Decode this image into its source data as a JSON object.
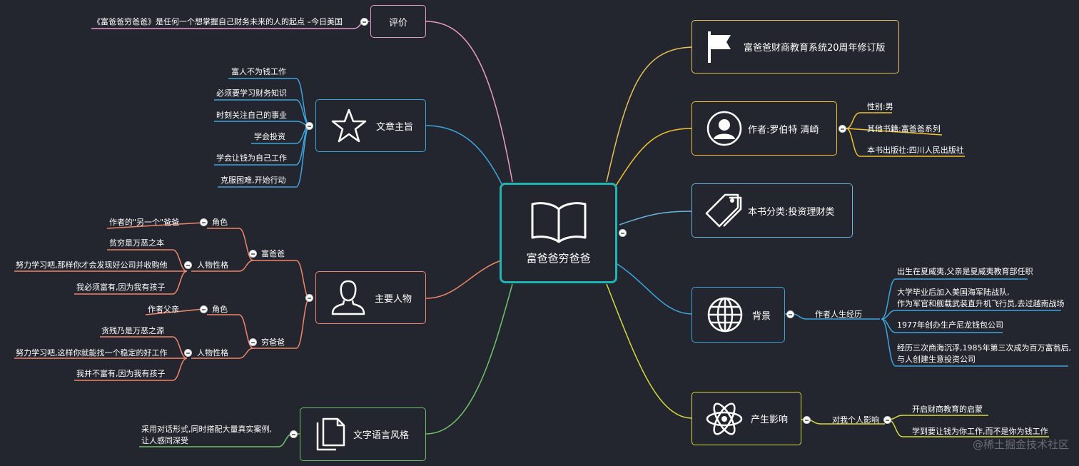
{
  "center": {
    "title": "富爸爸穷爸爸",
    "icon": "open-book-icon"
  },
  "right": {
    "edition": {
      "label": "富爸爸财商教育系统20周年修订版",
      "icon": "flag-icon"
    },
    "author": {
      "label": "作者:罗伯特 清崎",
      "icon": "user-avatar-icon",
      "children": [
        "性别:男",
        "其他书籍:富爸爸系列",
        "本书出版社:四川人民出版社"
      ]
    },
    "category": {
      "label": "本书分类:投资理财类",
      "icon": "tag-icon"
    },
    "background": {
      "label": "背景",
      "icon": "globe-icon",
      "sub": "作者人生经历",
      "items": [
        "出生在夏威夷,父亲是夏威夷教育部任职",
        "大学毕业后加入美国海军陆战队,",
        "作为军官和舰载武装直升机飞行员,去过越南战场",
        "1977年创办生产尼龙钱包公司",
        "经历三次商海沉浮,1985年第三次成为百万富翁后,",
        "与人创建生意投资公司"
      ]
    },
    "impact": {
      "label": "产生影响",
      "icon": "atom-icon",
      "sub": "对我个人影响",
      "items": [
        "开启财商教育的启蒙",
        "学到要让钱为你工作,而不是你为钱工作"
      ]
    }
  },
  "left": {
    "review": {
      "label": "评价",
      "quote": "《富爸爸穷爸爸》是任何一个想掌握自己财务未来的人的起点 –今日美国"
    },
    "theme": {
      "label": "文章主旨",
      "icon": "star-icon",
      "items": [
        "富人不为钱工作",
        "必须要学习财务知识",
        "时刻关注自己的事业",
        "学会投资",
        "学会让钱为自己工作",
        "克服困难,开始行动"
      ]
    },
    "characters": {
      "label": "主要人物",
      "icon": "person-icon",
      "rich": {
        "label": "富爸爸",
        "role": "角色",
        "role_value": "作者的\"另一个\"爸爸",
        "traits": "人物性格",
        "trait_items": [
          "贫穷是万恶之本",
          "努力学习吧,那样你才会发现好公司并收购他",
          "我必须富有,因为我有孩子"
        ]
      },
      "poor": {
        "label": "穷爸爸",
        "role": "角色",
        "role_value": "作者父亲",
        "traits": "人物性格",
        "trait_items": [
          "贪残乃是万恶之源",
          "努力学习吧,这样你就能找一个稳定的好工作",
          "我并不富有,因为我有孩子"
        ]
      }
    },
    "style": {
      "label": "文字语言风格",
      "icon": "copy-pages-icon",
      "items": [
        "采用对话形式,同时搭配大量真实案例,",
        "让人感同深受"
      ]
    }
  },
  "watermark": "@稀土掘金技术社区",
  "colors": {
    "center": "#1fb5b3",
    "edition": "#e6c25a",
    "author": "#f2c230",
    "category": "#69b4de",
    "background": "#3ea4dc",
    "impact": "#d7da3c",
    "review": "#e89ac8",
    "theme": "#3ea4dc",
    "characters": "#f0866a",
    "style": "#70c06a"
  }
}
